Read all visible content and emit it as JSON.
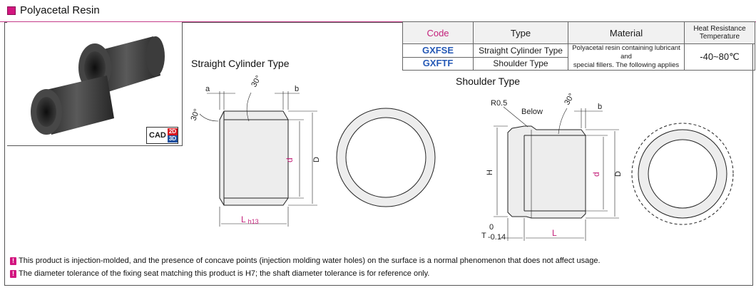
{
  "header": {
    "title": "Polyacetal Resin"
  },
  "badge": {
    "cad": "CAD",
    "d2": "2D",
    "d3": "3D"
  },
  "table": {
    "headers": {
      "code": "Code",
      "type": "Type",
      "material": "Material",
      "heat_line1": "Heat Resistance",
      "heat_line2": "Temperature"
    },
    "rows": [
      {
        "code": "GXFSE",
        "type": "Straight Cylinder Type"
      },
      {
        "code": "GXFTF",
        "type": "Shoulder Type"
      }
    ],
    "material_line1": "Polyacetal resin containing lubricant and",
    "material_line2": "special fillers. The following applies",
    "heat": "-40~80℃"
  },
  "captions": {
    "straight": "Straight Cylinder Type",
    "shoulder": "Shoulder Type"
  },
  "dims_straight": {
    "a": "a",
    "b": "b",
    "angle_top": "30°",
    "angle_left": "30°",
    "d": "d",
    "D": "D",
    "L": "L",
    "L_sub": "h13"
  },
  "dims_shoulder": {
    "r": "R0.5",
    "below": "Below",
    "angle": "30°",
    "b": "b",
    "H": "H",
    "d": "d",
    "D": "D",
    "L": "L",
    "T": "T",
    "T_upper": "0",
    "T_lower": "-0.14"
  },
  "notes": [
    "This product is injection-molded, and the presence of concave points (injection molding water holes) on the surface is a normal phenomenon that does not affect usage.",
    "The diameter tolerance of the fixing seat matching this product is H7; the shaft diameter tolerance is for reference only."
  ],
  "colors": {
    "accent": "#d2157f",
    "code_blue": "#2559b6",
    "header_magenta": "#c4227b"
  }
}
